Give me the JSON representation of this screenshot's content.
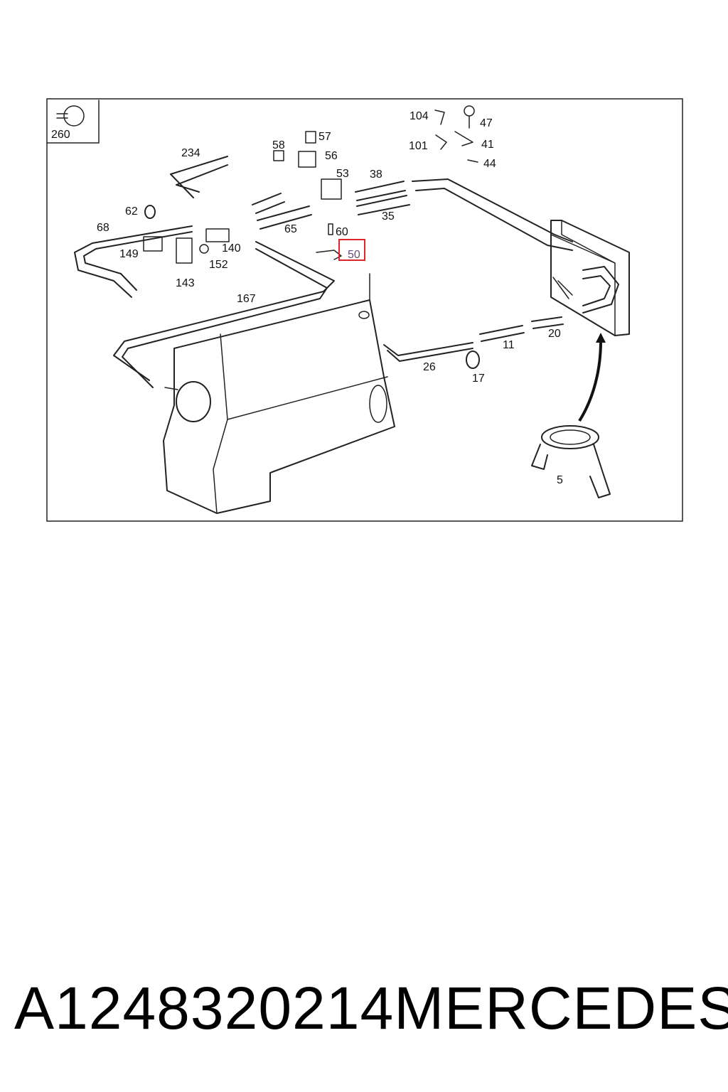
{
  "diagram": {
    "highlighted_label": "50",
    "labels": {
      "p260": "260",
      "p104": "104",
      "p47": "47",
      "p101": "101",
      "p41": "41",
      "p44": "44",
      "p57": "57",
      "p58": "58",
      "p56": "56",
      "p53": "53",
      "p38": "38",
      "p234": "234",
      "p62": "62",
      "p68": "68",
      "p65": "65",
      "p35": "35",
      "p60": "60",
      "p140": "140",
      "p149": "149",
      "p152": "152",
      "p143": "143",
      "p167": "167",
      "p20": "20",
      "p11": "11",
      "p26": "26",
      "p17": "17",
      "p5": "5"
    },
    "highlight_color": "#e0242a"
  },
  "footer": {
    "part_number": "A1248320214",
    "brand": "MERCEDES"
  }
}
